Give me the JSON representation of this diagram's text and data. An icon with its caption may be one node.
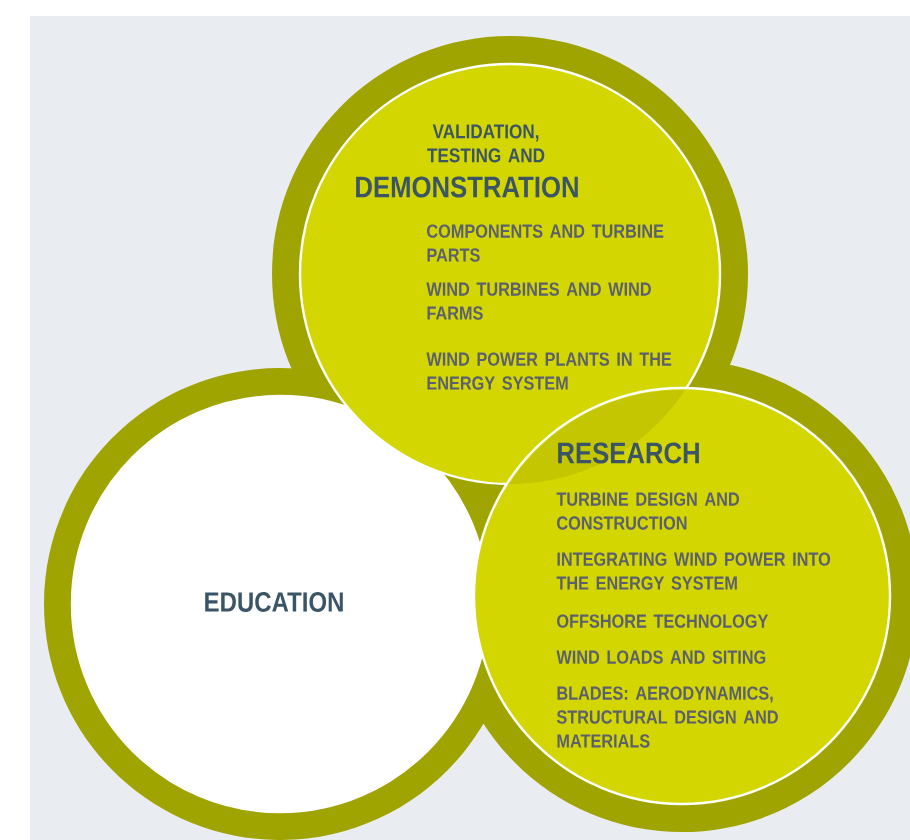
{
  "diagram": {
    "nodes": [
      {
        "text": [
          "VALIDATION, TESTING AND",
          "DEMONSTRATION",
          "COMPONENTS AND TURBINE PARTS",
          "WIND TURBINES AND WIND FARMS",
          "WIND POWER PLANTS IN THE ENERGY SYSTEM"
        ]
      },
      {
        "text": [
          "EDUCATION"
        ]
      },
      {
        "text": [
          "RESEARCH",
          "TURBINE DESIGN AND CONSTRUCTION",
          "INTEGRATING WIND POWER INTO THE ENERGY SYSTEM",
          "OFFSHORE TECHNOLOGY",
          "WIND LOADS AND SITING",
          "BLADES: AERODYNAMICS, STRUCTURAL DESIGN AND MATERIALS"
        ]
      }
    ]
  }
}
